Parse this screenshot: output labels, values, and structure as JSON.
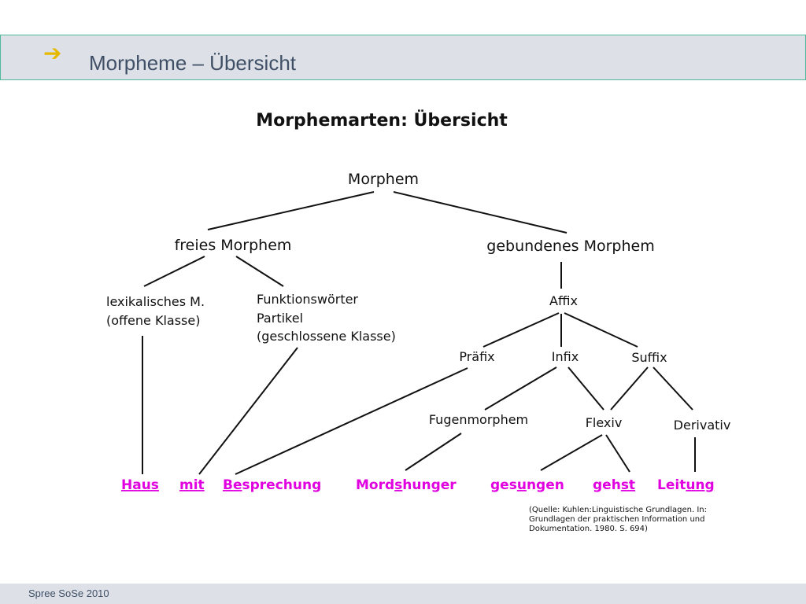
{
  "slide": {
    "title": "Morpheme – Übersicht",
    "footer": "Spree SoSe 2010"
  },
  "diagram": {
    "heading": "Morphemarten: Übersicht",
    "root": "Morphem",
    "free": "freies Morphem",
    "bound": "gebundenes Morphem",
    "lexical_line1": "lexikalisches M.",
    "lexical_line2": "(offene Klasse)",
    "function_line1": "Funktionswörter",
    "function_line2": "Partikel",
    "function_line3": "(geschlossene Klasse)",
    "affix": "Affix",
    "prefix": "Präfix",
    "infix": "Infix",
    "suffix": "Suffix",
    "fugenmorphem": "Fugenmorphem",
    "flexiv": "Flexiv",
    "derivativ": "Derivativ",
    "examples": {
      "haus": "Haus",
      "mit": "mit",
      "besprechung_part1": "Be",
      "besprechung_part2": "sprechung",
      "mordshunger_part1": "Mord",
      "mordshunger_part2": "s",
      "mordshunger_part3": "hunger",
      "gesungen_part1": "ges",
      "gesungen_part2": "u",
      "gesungen_part3": "ngen",
      "gehst_part1": "geh",
      "gehst_part2": "st",
      "leitung_part1": "Leit",
      "leitung_part2": "ung"
    },
    "source_line1": "(Quelle: Kuhlen:Linguistische Grundlagen. In:",
    "source_line2": "Grundlagen der praktischen Information und",
    "source_line3": "Dokumentation. 1980. S. 694)",
    "colors": {
      "example": "#e000e0",
      "line": "#111111",
      "accent_arrow": "#e6b800",
      "title": "#3f4f66"
    }
  }
}
